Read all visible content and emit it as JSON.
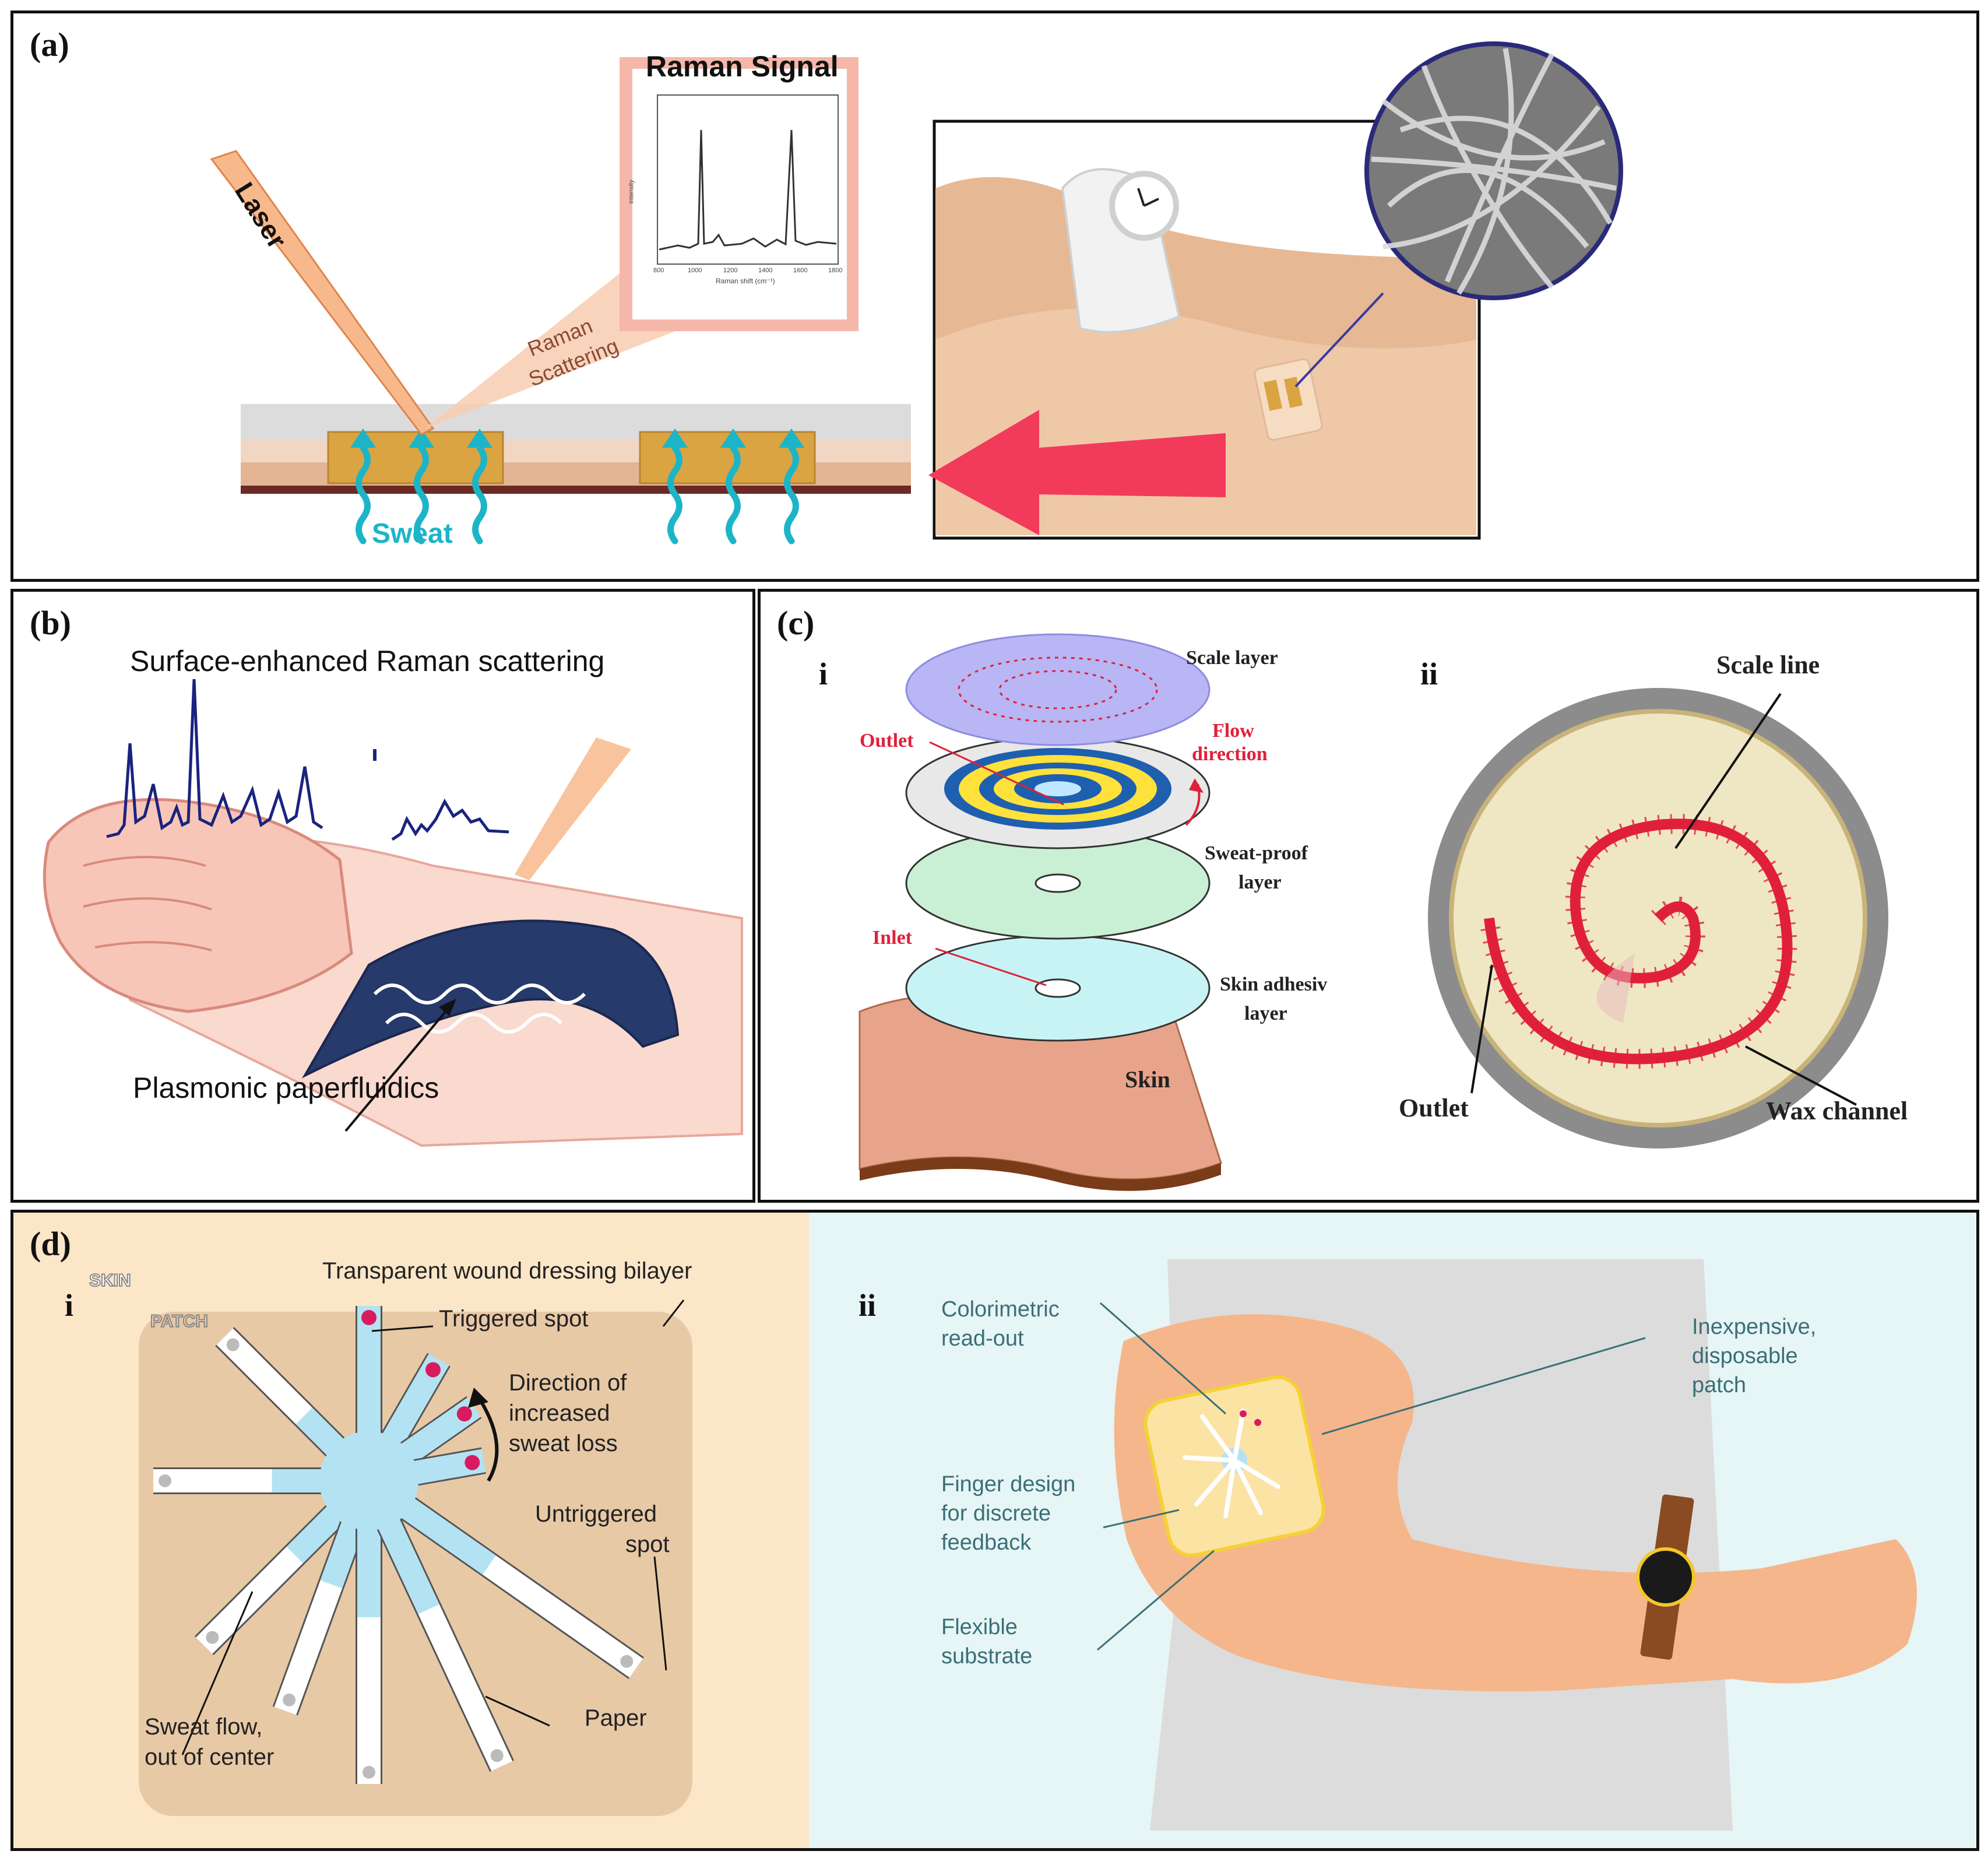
{
  "panel_a": {
    "label": "(a)",
    "raman_signal": "Raman Signal",
    "laser": "Laser",
    "raman_scattering_1": "Raman",
    "raman_scattering_2": "Scattering",
    "sweat": "Sweat",
    "inset_ylabel": "Intensity",
    "inset_xlabel": "Raman shift (cm⁻¹)",
    "inset_ticks": [
      "800",
      "1000",
      "1200",
      "1400",
      "1600",
      "1800"
    ]
  },
  "panel_b": {
    "label": "(b)",
    "title": "Surface-enhanced Raman scattering",
    "caption": "Plasmonic paperfluidics"
  },
  "panel_c": {
    "label": "(c)",
    "sub_i": "i",
    "sub_ii": "ii",
    "scale_layer": "Scale layer",
    "flow_direction_1": "Flow",
    "flow_direction_2": "direction",
    "outlet": "Outlet",
    "sweat_proof_1": "Sweat-proof",
    "sweat_proof_2": "layer",
    "inlet": "Inlet",
    "skin_adhesive_1": "Skin adhesiv",
    "skin_adhesive_2": "layer",
    "skin": "Skin",
    "scale_line": "Scale line",
    "outlet_ii": "Outlet",
    "wax_channel": "Wax channel"
  },
  "panel_d": {
    "label": "(d)",
    "sub_i": "i",
    "sub_ii": "ii",
    "skin_tag": "SKIN",
    "patch_tag": "PATCH",
    "bilayer": "Transparent wound dressing bilayer",
    "triggered": "Triggered spot",
    "direction_1": "Direction of",
    "direction_2": "increased",
    "direction_3": "sweat loss",
    "untriggered_1": "Untriggered",
    "untriggered_2": "spot",
    "paper": "Paper",
    "sweat_flow_1": "Sweat flow,",
    "sweat_flow_2": "out of center",
    "colorimetric_1": "Colorimetric",
    "colorimetric_2": "read-out",
    "inexpensive_1": "Inexpensive,",
    "inexpensive_2": "disposable",
    "inexpensive_3": "patch",
    "finger_1": "Finger design",
    "finger_2": "for discrete",
    "finger_3": "feedback",
    "flexible_1": "Flexible",
    "flexible_2": "substrate"
  },
  "colors": {
    "laser": "#f7b98c",
    "sweat": "#1cb5c8",
    "spectrum": "#1a237e",
    "wax_red": "#e0203a",
    "patch_bg": "#fbe6c8",
    "patch_right_bg": "#e6f5f5",
    "teal_text": "#3b6f78"
  }
}
